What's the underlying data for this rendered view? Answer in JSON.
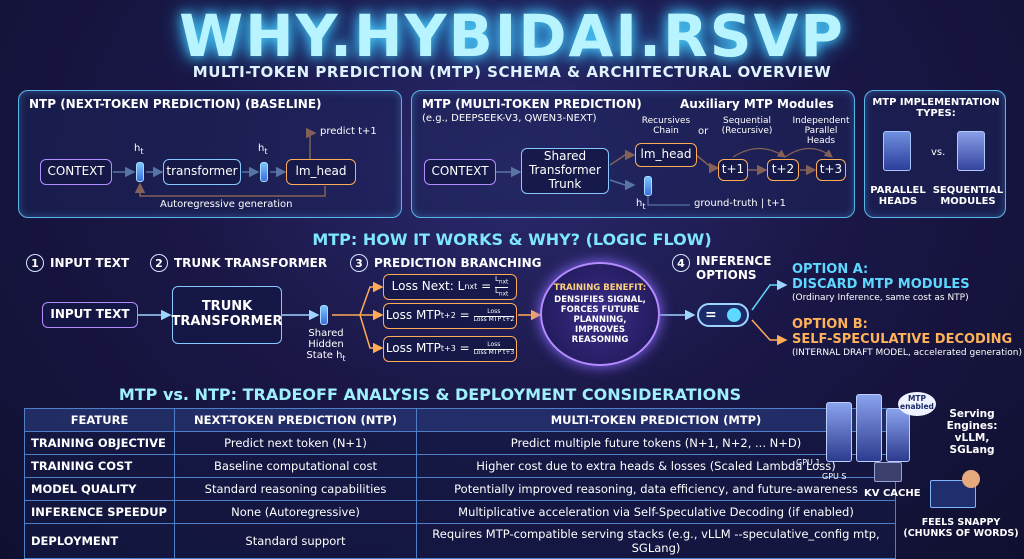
{
  "header": {
    "title": "WHY.HYBIDAI.RSVP",
    "subtitle": "MULTI-TOKEN PREDICTION (MTP) SCHEMA & ARCHITECTURAL OVERVIEW"
  },
  "ntp_panel": {
    "title": "NTP (NEXT-TOKEN PREDICTION) (BASELINE)",
    "context": "CONTEXT",
    "ht1": "h",
    "ht1_sub": "t",
    "transformer": "transformer",
    "ht2": "h",
    "ht2_sub": "t",
    "lm_head": "lm_head",
    "predict": "predict t+1",
    "caption": "Autoregressive generation"
  },
  "mtp_panel": {
    "title": "MTP (MULTI-TOKEN PREDICTION)",
    "examples": "(e.g., DEEPSEEK-V3, QWEN3-NEXT)",
    "aux_title": "Auxiliary MTP Modules",
    "recursive_chain": "Recursives Chain",
    "or": "or",
    "sequential": "Sequential (Recursive)",
    "independent": "Independent Parallel Heads",
    "context": "CONTEXT",
    "trunk": "Shared Transformer Trunk",
    "lm_head": "lm_head",
    "t1": "t+1",
    "t2": "t+2",
    "t3": "t+3",
    "ht": "h",
    "ht_sub": "t",
    "ground_truth": "ground-truth",
    "gt_sep": "|",
    "gt_t1": "t+1"
  },
  "impl_panel": {
    "title": "MTP IMPLEMENTATION TYPES:",
    "vs": "vs.",
    "parallel": "PARALLEL HEADS",
    "sequential": "SEQUENTIAL MODULES"
  },
  "logic": {
    "title": "MTP: HOW IT WORKS & WHY? (LOGIC FLOW)",
    "steps": [
      {
        "num": "1",
        "label": "INPUT TEXT"
      },
      {
        "num": "2",
        "label": "TRUNK TRANSFORMER"
      },
      {
        "num": "3",
        "label": "PREDICTION BRANCHING"
      },
      {
        "num": "4",
        "label": "INFERENCE OPTIONS"
      }
    ],
    "input_box": "INPUT TEXT",
    "trunk_box": "TRUNK TRANSFORMER",
    "shared_hidden": "Shared Hidden State h",
    "shared_hidden_sub": "t",
    "loss_next": "Loss Next: L",
    "loss_next_sub": "nxt",
    "loss_next_eq": "=",
    "loss_next_frac_top": "L",
    "loss_next_frac_bot": "L",
    "loss_next_frac_top_sub": "nxt",
    "loss_next_frac_bot_sub": "nxt",
    "loss_mtp2": "Loss MTP",
    "loss_mtp2_sub": "t+2",
    "loss_mtp2_eq": "=",
    "loss_mtp2_top": "Loss",
    "loss_mtp2_bot": "Loss MTP t+2",
    "loss_mtp3": "Loss MTP",
    "loss_mtp3_sub": "t+3",
    "loss_mtp3_eq": "=",
    "loss_mtp3_top": "Loss",
    "loss_mtp3_bot": "Loss MTP t+3",
    "benefit_title": "TRAINING BENEFIT:",
    "benefit_body": "DENSIFIES SIGNAL, FORCES FUTURE PLANNING, IMPROVES REASONING",
    "toggle": "=",
    "option_a_title": "OPTION A:",
    "option_a_main": "DISCARD MTP MODULES",
    "option_a_desc": "(Ordinary Inference, same cost as NTP)",
    "option_b_title": "OPTION B:",
    "option_b_main": "SELF-SPECULATIVE DECODING",
    "option_b_desc": "(INTERNAL DRAFT MODEL, accelerated generation)"
  },
  "tradeoff": {
    "title": "MTP vs. NTP: TRADEOFF ANALYSIS & DEPLOYMENT CONSIDERATIONS",
    "headers": [
      "FEATURE",
      "NEXT-TOKEN PREDICTION (NTP)",
      "MULTI-TOKEN PREDICTION (MTP)"
    ],
    "rows": [
      [
        "TRAINING OBJECTIVE",
        "Predict next token (N+1)",
        "Predict multiple future tokens (N+1, N+2, ... N+D)"
      ],
      [
        "TRAINING COST",
        "Baseline computational cost",
        "Higher cost due to extra heads & losses (Scaled Lambda Loss)"
      ],
      [
        "MODEL QUALITY",
        "Standard reasoning capabilities",
        "Potentially improved reasoning, data efficiency, and future-awareness"
      ],
      [
        "INFERENCE SPEEDUP",
        "None (Autoregressive)",
        "Multiplicative acceleration via Self-Speculative Decoding (if enabled)"
      ],
      [
        "DEPLOYMENT",
        "Standard support",
        "Requires MTP-compatible serving stacks (e.g., vLLM --speculative_config mtp, SGLang)"
      ]
    ]
  },
  "serving": {
    "mtp_badge": "MTP enabled",
    "engines": "Serving Engines: vLLM, SGLang",
    "gpu1": "GPU 1",
    "gpus": "GPU S",
    "kv": "KV CACHE",
    "snappy": "FEELS SNAPPY (CHUNKS OF WORDS)"
  },
  "colors": {
    "accent_cyan": "#7fe6ff",
    "accent_orange": "#ffab57",
    "panel_border": "#5ab6e8"
  }
}
